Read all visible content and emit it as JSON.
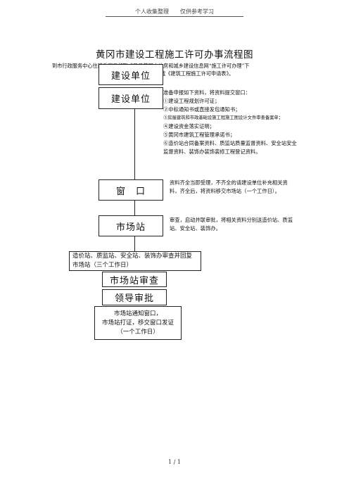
{
  "header": {
    "note": "个人收集整理　　仅供参考学习"
  },
  "title": "黄冈市建设工程施工许可办事流程图",
  "intro": {
    "line1": "到市行政服务中心住建委窗口领取或登录黄冈市住房和城乡建设信息网“施工许可办理”下",
    "line2": "载《建筑工程施工许可申请表》。"
  },
  "flow": {
    "box1": "建设单位",
    "box2": "建设单位",
    "box3": "窗　口",
    "box4": "市场站",
    "box5": "造价站、质监站、安全站、装饰办审查并回复市场站（三个工作日）",
    "box6": "市场站审查",
    "box7": "领导审批",
    "box8_line1": "市场站通知窗口，",
    "box8_line2": "市场站打证，移交窗口发证（一个工作日）"
  },
  "notes": {
    "materials_title": "准备申报如下资料，将资料提交窗口：",
    "materials": [
      "①建设工程规划许可证；",
      "②中标通知书或直接发包通知书；",
      "③房屋建筑和市政基础设施工程施工图设计文件审查备案单；",
      "④建设资金落实证明；",
      "⑤黄冈市建筑工程管理承诺书；",
      "⑥造价站合同备案资料、质监站质量监督资料、安全站安全监督资料、装饰办装饰装修工程登记资料。"
    ],
    "window_note": "资料齐全当即受理，不齐全的请建设单位补充相关资料，齐全后，将资料移交市场站（一个工作日）。",
    "market_note": "审查，启动并联审批，将相关资料分别送造价站、质监站、安全站、装饰办。"
  },
  "footer": {
    "page": "1 / 1"
  }
}
